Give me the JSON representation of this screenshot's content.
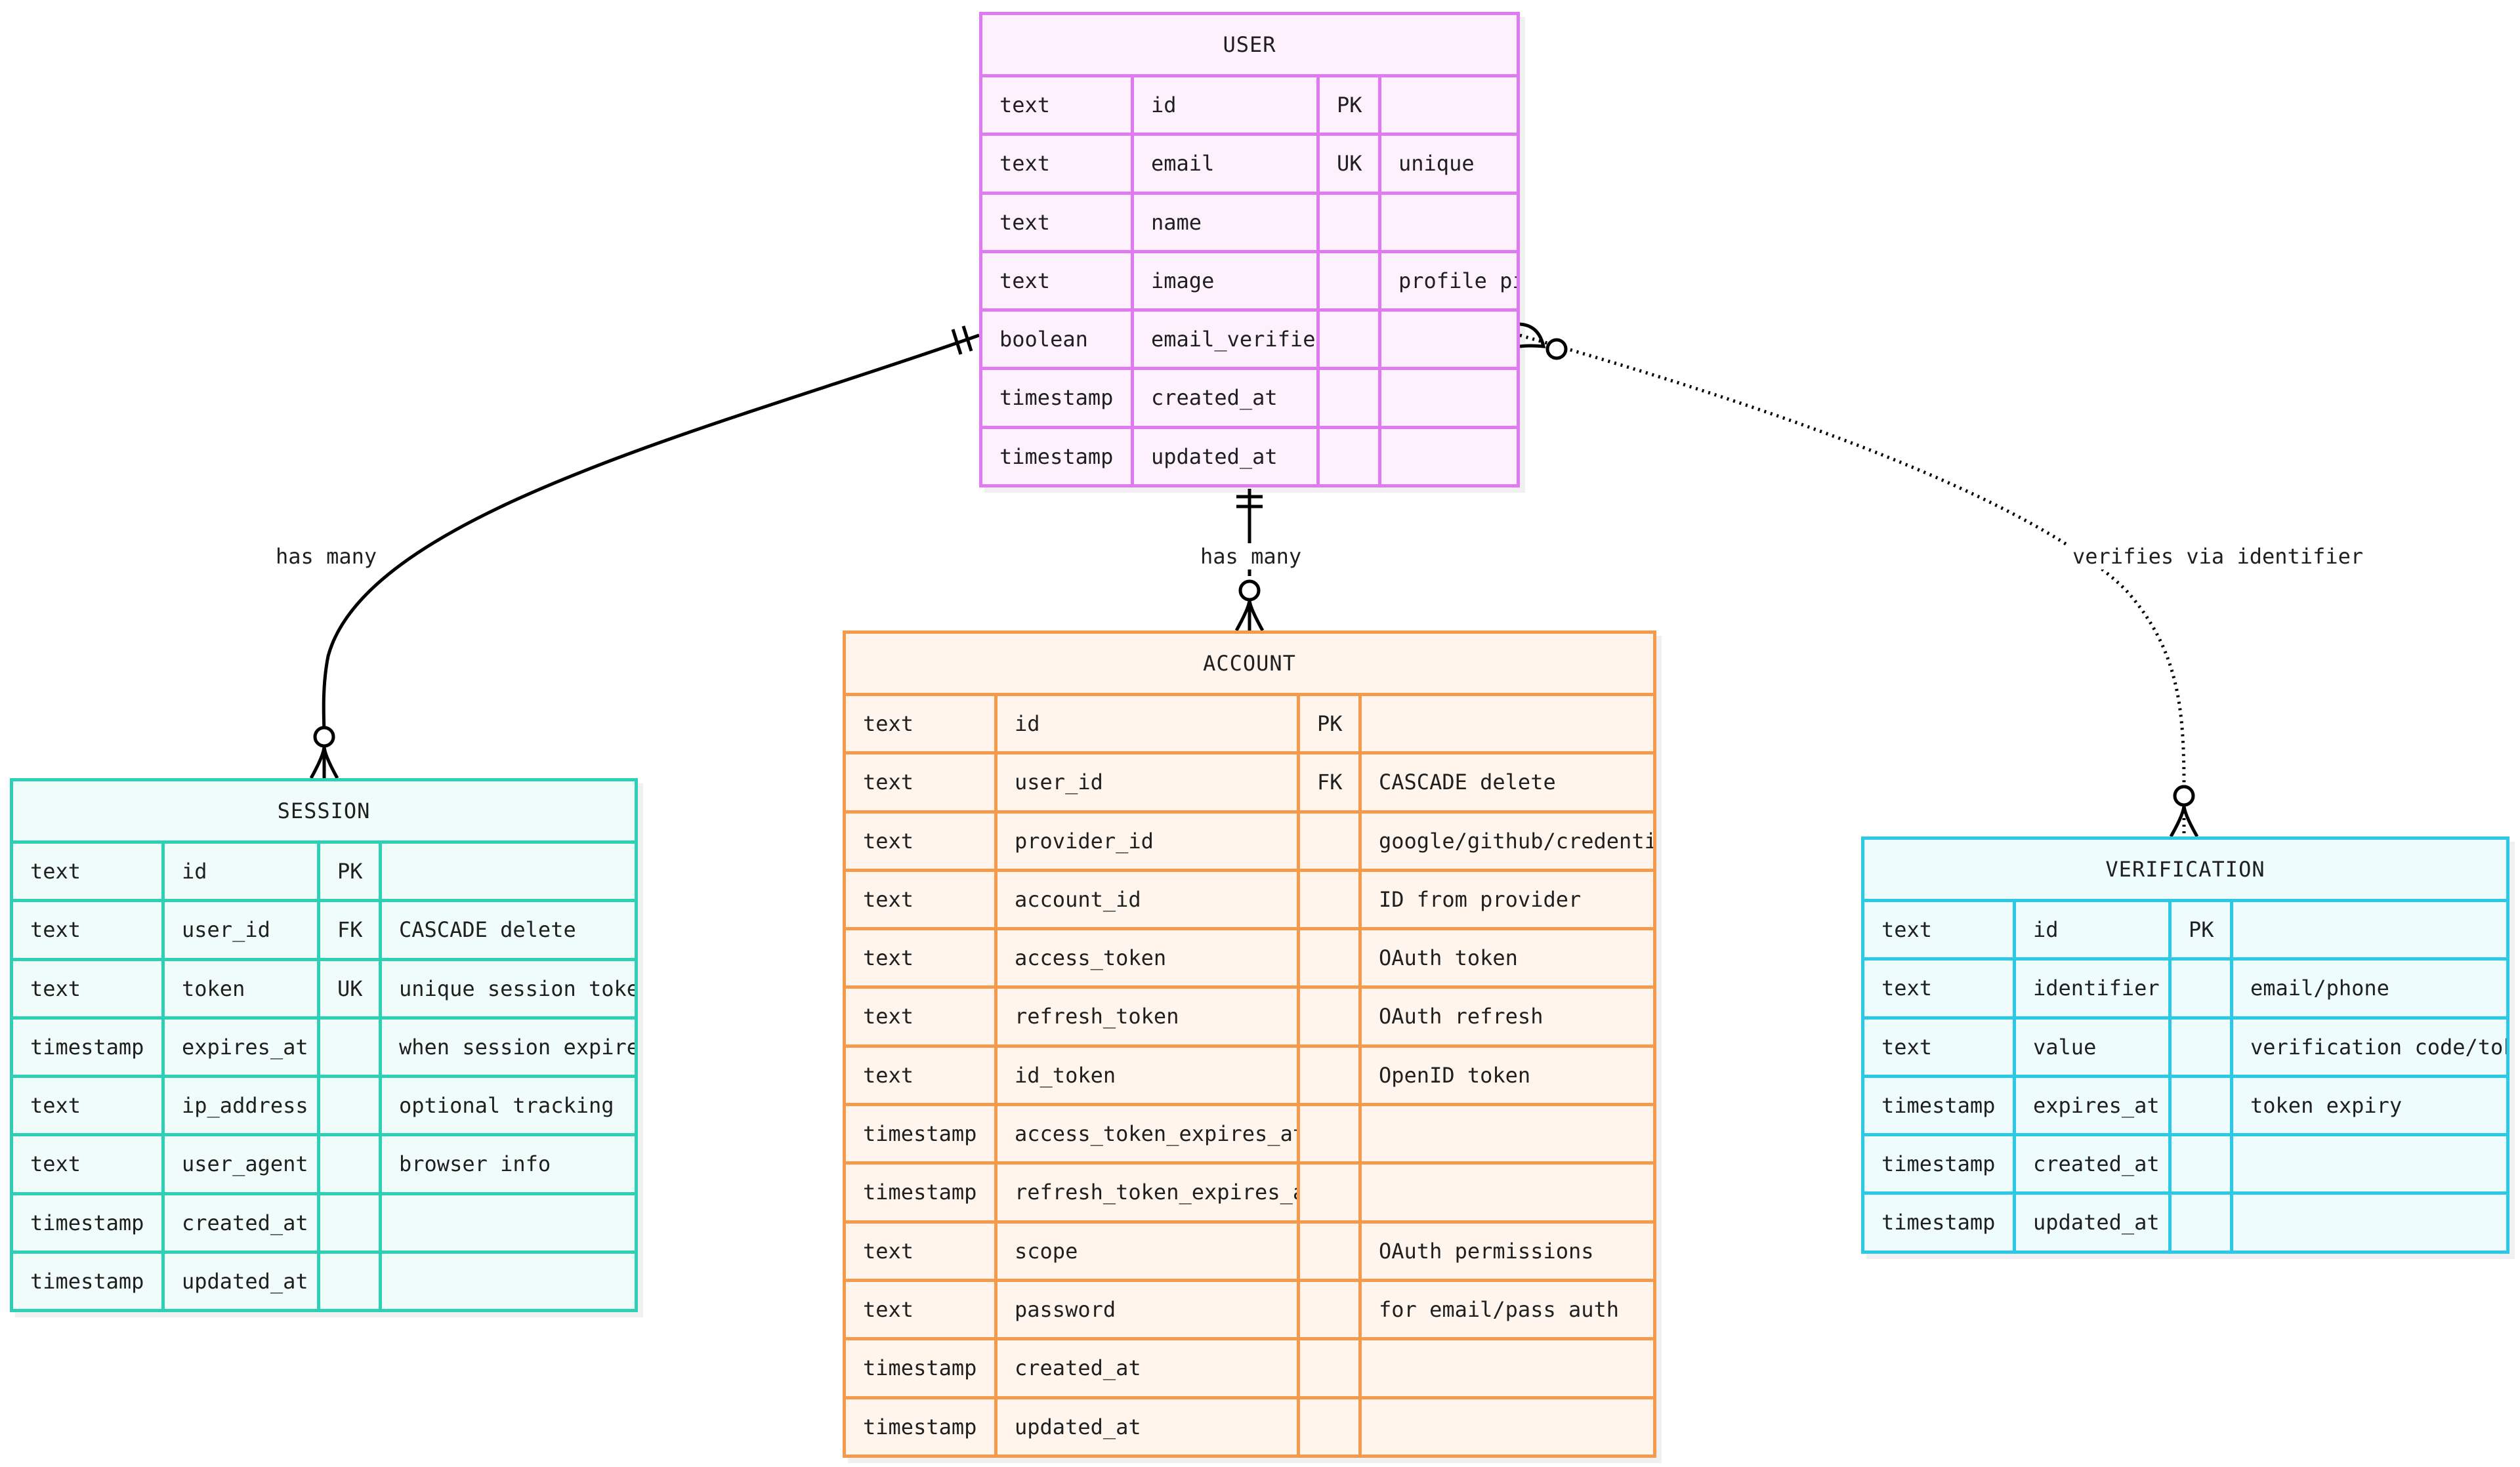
{
  "entities": {
    "user": {
      "title": "USER",
      "rows": [
        [
          "text",
          "id",
          "PK",
          ""
        ],
        [
          "text",
          "email",
          "UK",
          "unique"
        ],
        [
          "text",
          "name",
          "",
          ""
        ],
        [
          "text",
          "image",
          "",
          "profile pic"
        ],
        [
          "boolean",
          "email_verified",
          "",
          ""
        ],
        [
          "timestamp",
          "created_at",
          "",
          ""
        ],
        [
          "timestamp",
          "updated_at",
          "",
          ""
        ]
      ]
    },
    "account": {
      "title": "ACCOUNT",
      "rows": [
        [
          "text",
          "id",
          "PK",
          ""
        ],
        [
          "text",
          "user_id",
          "FK",
          "CASCADE delete"
        ],
        [
          "text",
          "provider_id",
          "",
          "google/github/credential"
        ],
        [
          "text",
          "account_id",
          "",
          "ID from provider"
        ],
        [
          "text",
          "access_token",
          "",
          "OAuth token"
        ],
        [
          "text",
          "refresh_token",
          "",
          "OAuth refresh"
        ],
        [
          "text",
          "id_token",
          "",
          "OpenID token"
        ],
        [
          "timestamp",
          "access_token_expires_at",
          "",
          ""
        ],
        [
          "timestamp",
          "refresh_token_expires_at",
          "",
          ""
        ],
        [
          "text",
          "scope",
          "",
          "OAuth permissions"
        ],
        [
          "text",
          "password",
          "",
          "for email/pass auth"
        ],
        [
          "timestamp",
          "created_at",
          "",
          ""
        ],
        [
          "timestamp",
          "updated_at",
          "",
          ""
        ]
      ]
    },
    "session": {
      "title": "SESSION",
      "rows": [
        [
          "text",
          "id",
          "PK",
          ""
        ],
        [
          "text",
          "user_id",
          "FK",
          "CASCADE delete"
        ],
        [
          "text",
          "token",
          "UK",
          "unique session token"
        ],
        [
          "timestamp",
          "expires_at",
          "",
          "when session expires"
        ],
        [
          "text",
          "ip_address",
          "",
          "optional tracking"
        ],
        [
          "text",
          "user_agent",
          "",
          "browser info"
        ],
        [
          "timestamp",
          "created_at",
          "",
          ""
        ],
        [
          "timestamp",
          "updated_at",
          "",
          ""
        ]
      ]
    },
    "verification": {
      "title": "VERIFICATION",
      "rows": [
        [
          "text",
          "id",
          "PK",
          ""
        ],
        [
          "text",
          "identifier",
          "",
          "email/phone"
        ],
        [
          "text",
          "value",
          "",
          "verification code/token"
        ],
        [
          "timestamp",
          "expires_at",
          "",
          "token expiry"
        ],
        [
          "timestamp",
          "created_at",
          "",
          ""
        ],
        [
          "timestamp",
          "updated_at",
          "",
          ""
        ]
      ]
    }
  },
  "relationships": {
    "user_session": {
      "label": "has many"
    },
    "user_account": {
      "label": "has many"
    },
    "user_verification": {
      "label": "verifies via identifier"
    }
  },
  "colors": {
    "user": "#df7af0",
    "account": "#f59a4a",
    "session": "#2dcfb5",
    "verification": "#2cc9e7",
    "line": "#000000"
  }
}
